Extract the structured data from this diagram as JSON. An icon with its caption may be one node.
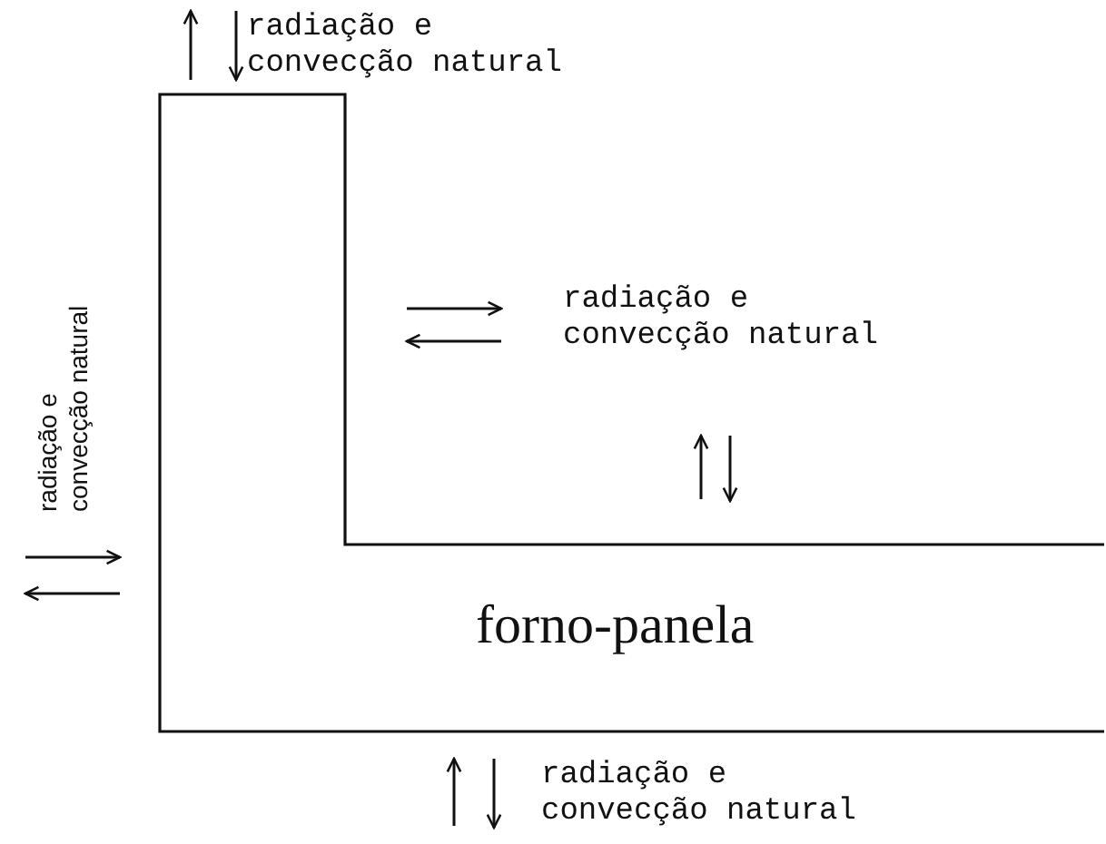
{
  "diagram": {
    "nodes": [
      {
        "text": [
          "forno-panela"
        ]
      }
    ],
    "labels": [
      "radiação e convecção natural",
      "radiação e convecção natural",
      "radiação e convecção natural",
      "radiação e convecção natural"
    ]
  }
}
